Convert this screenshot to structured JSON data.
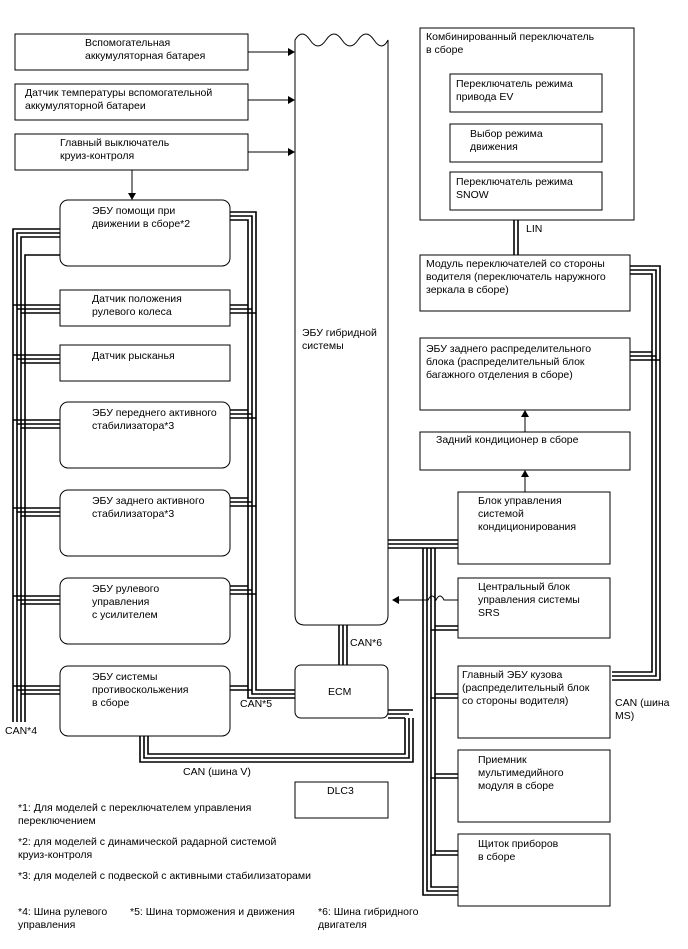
{
  "blocks": {
    "aux_battery": "Вспомогательная\nаккумуляторная батарея",
    "aux_battery_temp": "Датчик температуры вспомогательной\nаккумуляторной батареи",
    "cruise_switch": "Главный выключатель\nкруиз-контроля",
    "driving_support_ecu": "ЭБУ помощи при\nдвижении в сборе*2",
    "steering_angle_sensor": "Датчик положения\nрулевого колеса",
    "yaw_sensor": "Датчик рысканья",
    "front_stabilizer_ecu": "ЭБУ переднего активного\nстабилизатора*3",
    "rear_stabilizer_ecu": "ЭБУ заднего активного\nстабилизатора*3",
    "power_steering_ecu": "ЭБУ рулевого\nуправления\nс усилителем",
    "skid_control_ecu": "ЭБУ системы\nпротивоскольжения\nв сборе",
    "hybrid_ecu": "ЭБУ гибридной\nсистемы",
    "ecm": "ECM",
    "dlc3": "DLC3",
    "combination_switch": "Комбинированный переключатель\nв сборе",
    "ev_mode_switch": "Переключатель режима\nпривода EV",
    "drive_mode_select": "Выбор режима\nдвижения",
    "snow_switch": "Переключатель режима\nSNOW",
    "driver_switch_module": "Модуль переключателей со стороны\nводителя (переключатель наружного\nзеркала в сборе)",
    "rear_junction_ecu": "ЭБУ заднего распределительного\nблока (распределительный блок\nбагажного отделения в сборе)",
    "rear_ac": "Задний кондиционер в сборе",
    "ac_control": "Блок управления\nсистемой\nкондиционирования",
    "srs_center": "Центральный блок\nуправления системы\nSRS",
    "main_body_ecu": "Главный ЭБУ кузова\n(распределительный блок\nсо стороны водителя)",
    "multimedia_receiver": "Приемник\nмультимедийного\nмодуля в сборе",
    "meter": "Щиток приборов\nв сборе"
  },
  "bus_labels": {
    "lin": "LIN",
    "can6": "CAN*6",
    "can5": "CAN*5",
    "can4": "CAN*4",
    "can_v": "CAN (шина V)",
    "can_ms": "CAN (шина\nMS)"
  },
  "notes": {
    "n1": "*1: Для моделей с переключателем управления\nпереключением",
    "n2": "*2: для моделей с динамической радарной системой\nкруиз-контроля",
    "n3": "*3: для моделей с подвеской с активными стабилизаторами",
    "n4": "*4: Шина рулевого\nуправления",
    "n5": "*5: Шина торможения и движения",
    "n6": "*6: Шина гибридного\nдвигателя"
  }
}
